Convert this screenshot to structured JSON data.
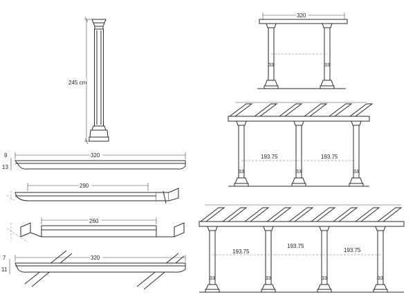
{
  "column": {
    "height_label": "245 cm"
  },
  "beams": [
    {
      "thickness_top": "9",
      "thickness_bottom": "13",
      "length": "320"
    },
    {
      "length": "290"
    },
    {
      "length": "260"
    },
    {
      "thickness_top": "7",
      "thickness_bottom": "11",
      "length": "320"
    }
  ],
  "pergola_single": {
    "span": "320",
    "col_mark_left": "33",
    "col_mark_right": "33"
  },
  "pergola_double": {
    "spacing_left": "193.75",
    "spacing_right": "193.75",
    "col_mark": "33"
  },
  "pergola_triple": {
    "spacing_1": "193.75",
    "spacing_2": "193.75",
    "spacing_3": "193.75",
    "col_mark": "33"
  }
}
